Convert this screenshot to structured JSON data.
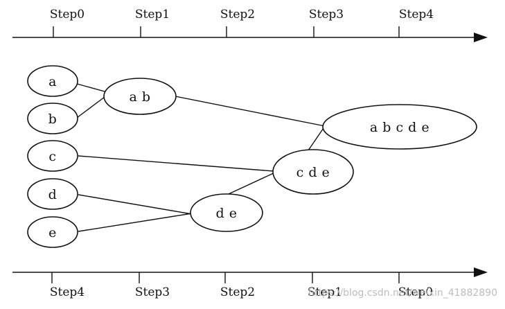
{
  "top_axis": {
    "labels": [
      "Step0",
      "Step1",
      "Step2",
      "Step3",
      "Step4"
    ]
  },
  "bottom_axis": {
    "labels": [
      "Step4",
      "Step3",
      "Step2",
      "Step1",
      "Step0"
    ]
  },
  "nodes": {
    "a": "a",
    "b": "b",
    "c": "c",
    "d": "d",
    "e": "e",
    "ab": "a b",
    "de": "d e",
    "cde": "c d e",
    "abcde": "a b c d e"
  },
  "watermark": "https://blog.csdn.net/weixin_41882890"
}
